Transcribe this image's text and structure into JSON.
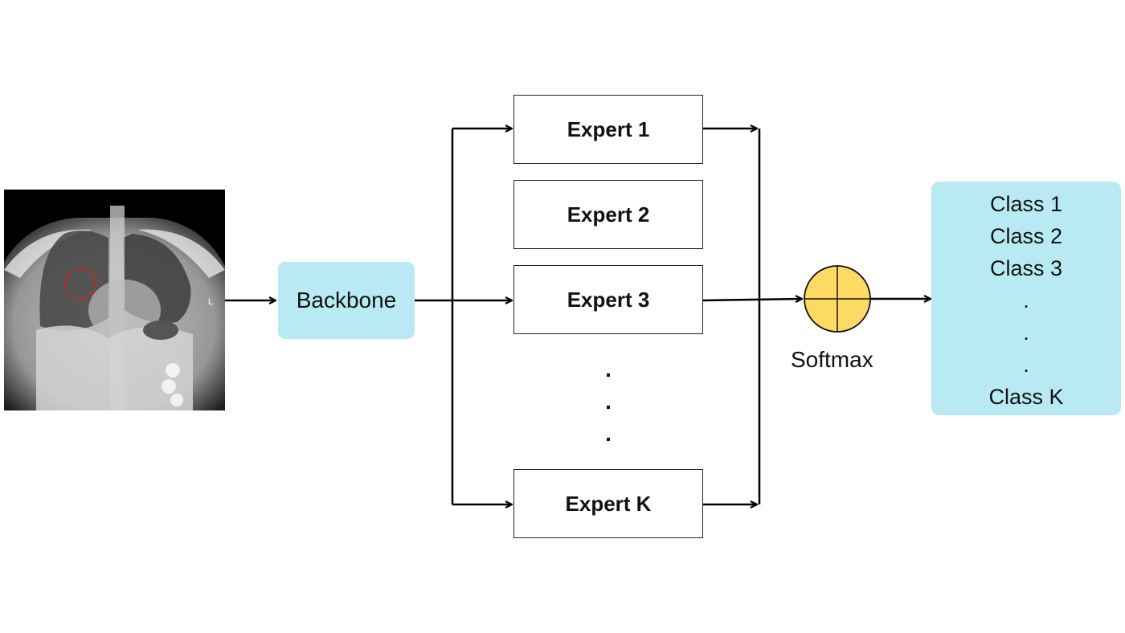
{
  "backbone": {
    "label": "Backbone"
  },
  "experts": [
    {
      "label": "Expert 1"
    },
    {
      "label": "Expert 2"
    },
    {
      "label": "Expert 3"
    },
    {
      "label": "Expert K"
    }
  ],
  "expert_ellipsis": [
    ".",
    ".",
    "."
  ],
  "softmax": {
    "label": "Softmax"
  },
  "classes": [
    {
      "label": "Class 1"
    },
    {
      "label": "Class 2"
    },
    {
      "label": "Class 3"
    },
    {
      "label": "."
    },
    {
      "label": "."
    },
    {
      "label": "."
    },
    {
      "label": "Class K"
    }
  ],
  "xray": {
    "marker_label": "L"
  },
  "colors": {
    "light_blue_box": "#b9eaf3",
    "softmax_fill": "#fddb63",
    "highlight_circle": "#e0201a"
  }
}
